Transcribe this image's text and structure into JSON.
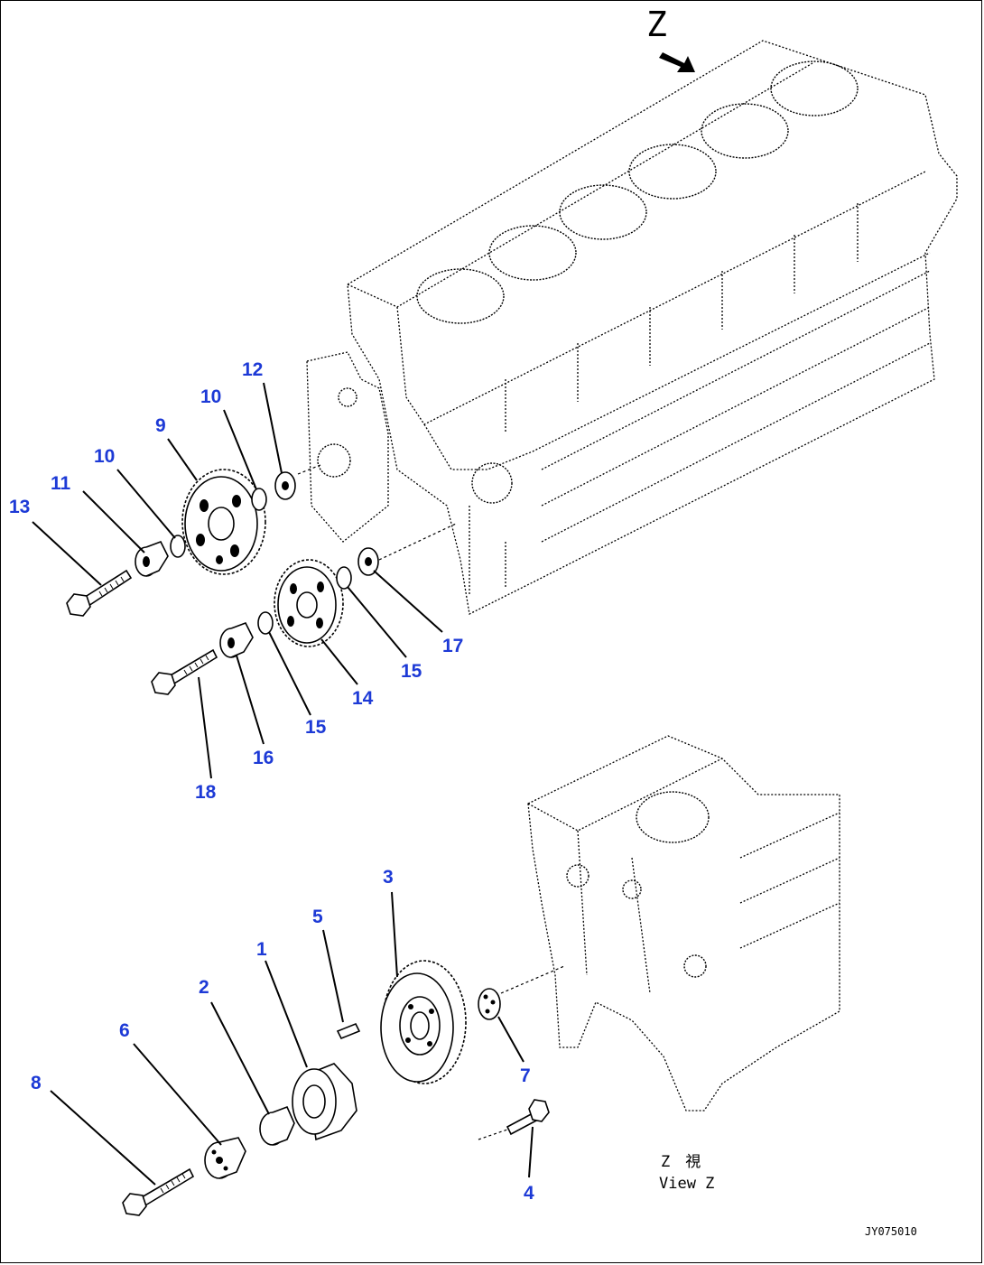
{
  "view": {
    "view_letter": "Z",
    "view_label_jp": "Z　視",
    "view_label_en": "View Z",
    "drawing_code": "JY075010"
  },
  "callouts": [
    {
      "id": "c13",
      "text": "13"
    },
    {
      "id": "c11",
      "text": "11"
    },
    {
      "id": "c10a",
      "text": "10"
    },
    {
      "id": "c9",
      "text": "9"
    },
    {
      "id": "c10b",
      "text": "10"
    },
    {
      "id": "c12",
      "text": "12"
    },
    {
      "id": "c17",
      "text": "17"
    },
    {
      "id": "c15a",
      "text": "15"
    },
    {
      "id": "c14",
      "text": "14"
    },
    {
      "id": "c15b",
      "text": "15"
    },
    {
      "id": "c16",
      "text": "16"
    },
    {
      "id": "c18",
      "text": "18"
    },
    {
      "id": "c3",
      "text": "3"
    },
    {
      "id": "c5",
      "text": "5"
    },
    {
      "id": "c1",
      "text": "1"
    },
    {
      "id": "c2",
      "text": "2"
    },
    {
      "id": "c6",
      "text": "6"
    },
    {
      "id": "c8",
      "text": "8"
    },
    {
      "id": "c7",
      "text": "7"
    },
    {
      "id": "c4",
      "text": "4"
    }
  ],
  "colors": {
    "callout": "#1d3ad6",
    "line": "#000000",
    "background": "#ffffff"
  }
}
